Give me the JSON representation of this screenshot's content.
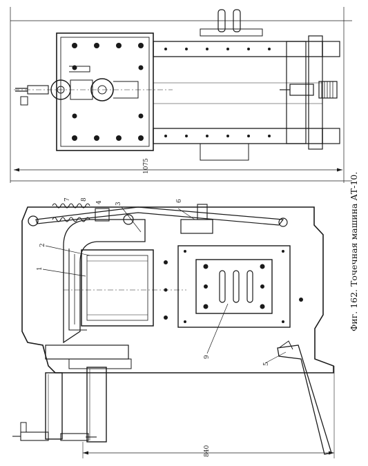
{
  "caption": "Фиг. 162. Точечная машина АТ-10.",
  "dimensions": {
    "top_length": "1075",
    "bottom_length": "840"
  },
  "labels": {
    "l1": "1",
    "l2": "2",
    "l3": "3",
    "l4": "4",
    "l5": "5",
    "l6": "6",
    "l7": "7",
    "l8": "8",
    "l9": "9"
  }
}
